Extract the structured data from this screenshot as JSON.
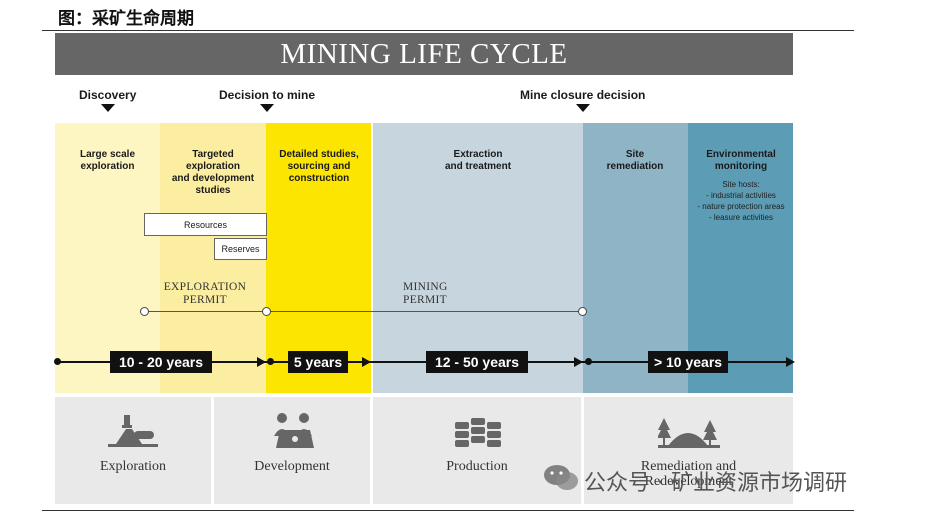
{
  "caption": "图：采矿生命周期",
  "banner": "MINING LIFE CYCLE",
  "milestones": {
    "discovery": "Discovery",
    "decision": "Decision to mine",
    "closure": "Mine closure decision"
  },
  "phases": {
    "large": "Large scale\nexploration",
    "targeted": "Targeted\nexploration\nand development\nstudies",
    "detailed": "Detailed studies,\nsourcing and\nconstruction",
    "extraction": "Extraction\nand treatment",
    "site": "Site\nremediation",
    "env": "Environmental\nmonitoring",
    "env_note": "Site hosts:\n- industrial activities\n- nature protection areas\n- leasure activities"
  },
  "resources_label": "Resources",
  "reserves_label": "Reserves",
  "permits": {
    "exploration": "EXPLORATION\nPERMIT",
    "mining": "MINING\nPERMIT"
  },
  "durations": {
    "d1": "10 - 20 years",
    "d2": "5 years",
    "d3": "12 - 50 years",
    "d4": "> 10 years"
  },
  "stages": {
    "exploration": "Exploration",
    "development": "Development",
    "production": "Production",
    "remediation": "Remediation and\nRedevelopment"
  },
  "watermark": "公众号 · 矿业资源市场调研",
  "colors": {
    "pale_yellow": "#fdf5c2",
    "light_yellow": "#fbeea0",
    "bright_yellow": "#fce500",
    "light_blue": "#c7d6de",
    "mid_blue": "#8fb4c5",
    "dark_blue": "#5c9cb4",
    "banner_gray": "#666666",
    "stage_gray": "#e9e9e9"
  }
}
